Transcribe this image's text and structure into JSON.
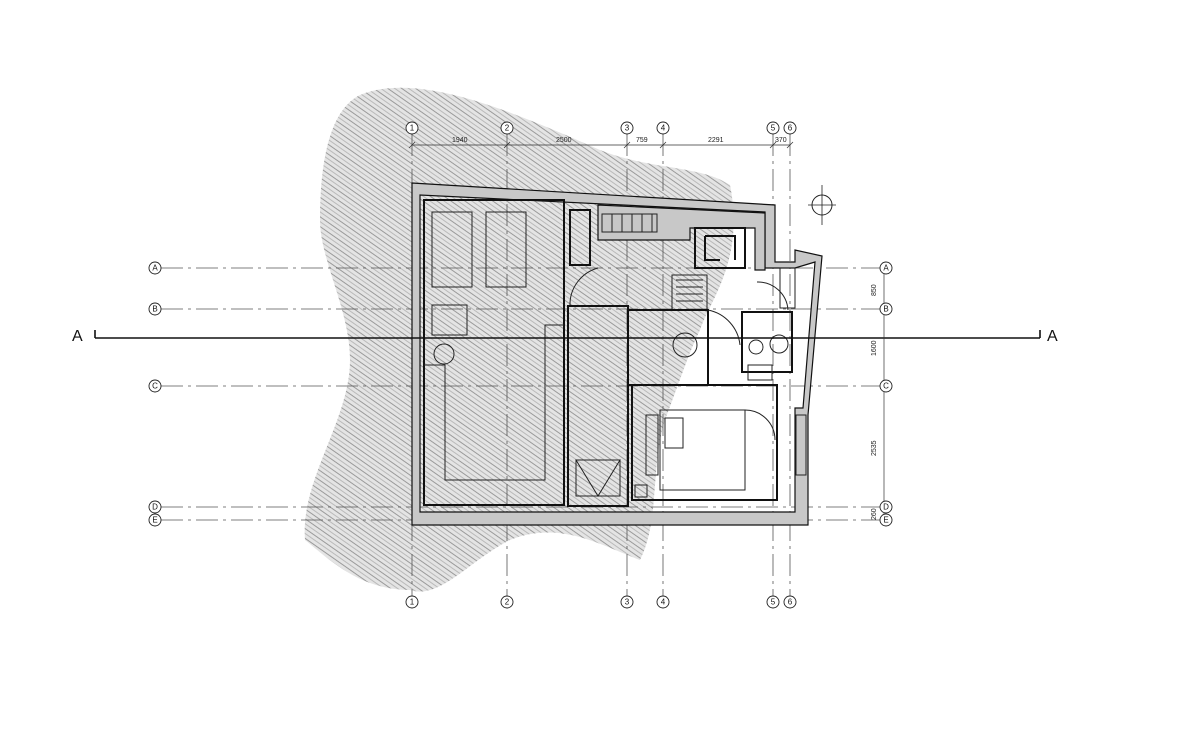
{
  "section": {
    "label_left": "A",
    "label_right": "A"
  },
  "axes_numbered": [
    "1",
    "2",
    "3",
    "4",
    "5",
    "6"
  ],
  "axes_lettered": [
    "A",
    "B",
    "C",
    "D",
    "E"
  ],
  "dimensions_top": [
    "1940",
    "2500",
    "759",
    "2291",
    "370"
  ],
  "dimensions_right": [
    "850",
    "1600",
    "2535",
    "260"
  ],
  "colors": {
    "wall_fill": "#c8c8c8",
    "terrain_fill": "#d2d2d2",
    "line": "#111111"
  }
}
